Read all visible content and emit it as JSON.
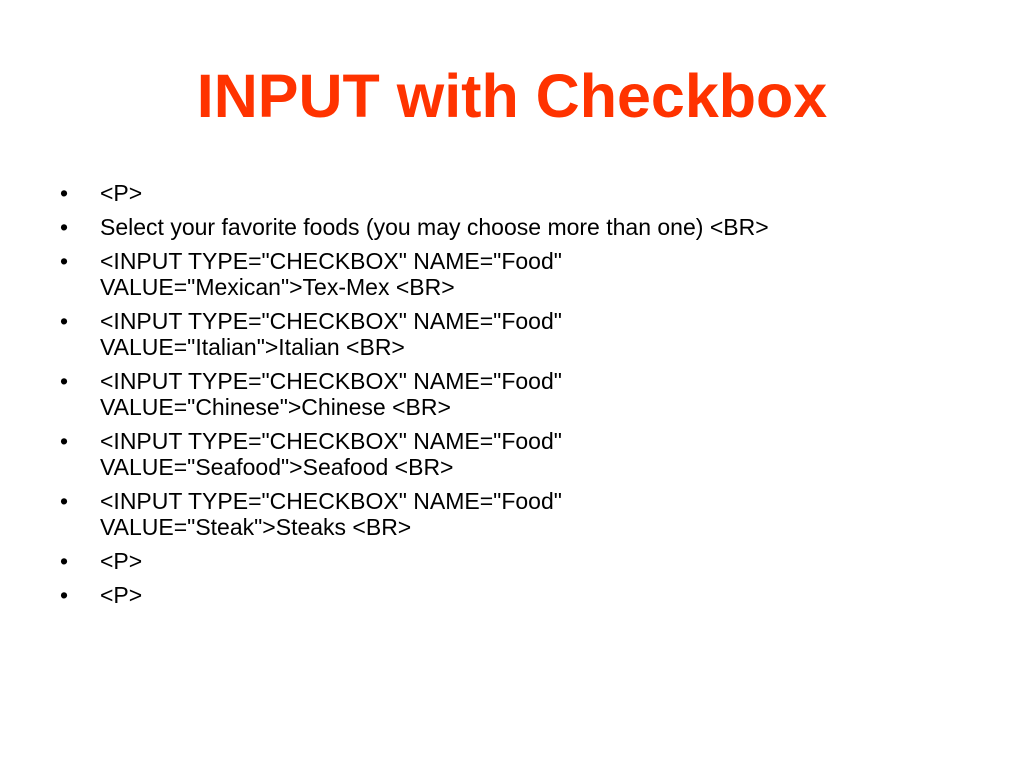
{
  "slide": {
    "title": "INPUT with Checkbox",
    "title_color": "#ff3300",
    "bullet_symbol": "•",
    "bullets": [
      {
        "lines": [
          "<P>"
        ]
      },
      {
        "lines": [
          "Select your favorite foods (you may choose more than one) <BR>"
        ]
      },
      {
        "lines": [
          "<INPUT TYPE=\"CHECKBOX\" NAME=\"Food\"",
          "VALUE=\"Mexican\">Tex-Mex <BR>"
        ]
      },
      {
        "lines": [
          "<INPUT TYPE=\"CHECKBOX\" NAME=\"Food\"",
          "VALUE=\"Italian\">Italian <BR>"
        ]
      },
      {
        "lines": [
          "<INPUT TYPE=\"CHECKBOX\" NAME=\"Food\"",
          "VALUE=\"Chinese\">Chinese <BR>"
        ]
      },
      {
        "lines": [
          "<INPUT TYPE=\"CHECKBOX\" NAME=\"Food\"",
          "VALUE=\"Seafood\">Seafood <BR>"
        ]
      },
      {
        "lines": [
          "<INPUT TYPE=\"CHECKBOX\" NAME=\"Food\"",
          "VALUE=\"Steak\">Steaks <BR>"
        ]
      },
      {
        "lines": [
          "<P>"
        ]
      },
      {
        "lines": [
          "<P>"
        ]
      }
    ]
  }
}
